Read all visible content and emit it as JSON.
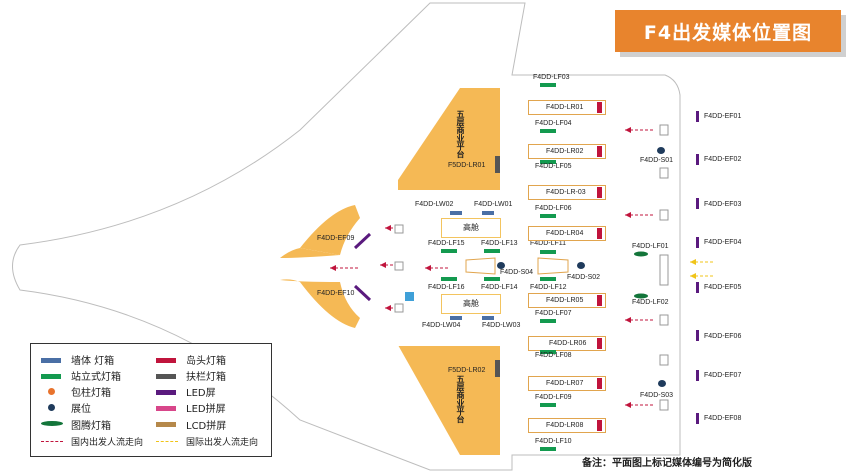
{
  "title": "F4出发媒体位置图",
  "platform_label": "五层商业平台",
  "high_cabin": "高舱",
  "note": "备注：平面图上标记媒体编号为简化版",
  "colors": {
    "building": "#f5b955",
    "title_bg": "#e8842d",
    "wall_lightbox": "#4a6fa5",
    "standing_lightbox": "#139a4f",
    "pillar_lightbox": "#e8732d",
    "booth": "#1f3b5c",
    "totem_lightbox": "#13753a",
    "island_lightbox": "#c0143c",
    "railing_lightbox": "#555555",
    "led_screen": "#5a1a7e",
    "led_spliced": "#d8468a",
    "lcd_spliced": "#b5884a",
    "domestic_flow": "#c0143c",
    "international_flow": "#f0c419"
  },
  "labels": {
    "lf03": "F4DD-LF03",
    "lr01": "F4DD-LR01",
    "lf04": "F4DD-LF04",
    "lr02": "F4DD-LR02",
    "lf05": "F4DD-LF05",
    "lr03": "F4DD-LR-03",
    "lf06": "F4DD-LF06",
    "lr04": "F4DD-LR04",
    "lf11": "F4DD-LF11",
    "s04": "F4DD-S04",
    "lf12": "F4DD-LF12",
    "s02": "F4DD-S02",
    "lr05": "F4DD-LR05",
    "lf07": "F4DD-LF07",
    "lr06": "F4DD-LR06",
    "lf08": "F4DD-LF08",
    "lr07": "F4DD-LR07",
    "lf09": "F4DD-LF09",
    "lr08": "F4DD-LR08",
    "lf10": "F4DD-LF10",
    "s01": "F4DD-S01",
    "lf01": "F4DD-LF01",
    "lf02": "F4DD-LF02",
    "s03": "F4DD-S03",
    "ef01": "F4DD-EF01",
    "ef02": "F4DD-EF02",
    "ef03": "F4DD-EF03",
    "ef04": "F4DD-EF04",
    "ef05": "F4DD-EF05",
    "ef06": "F4DD-EF06",
    "ef07": "F4DD-EF07",
    "ef08": "F4DD-EF08",
    "lw02": "F4DD-LW02",
    "lw01": "F4DD-LW01",
    "lf15": "F4DD-LF15",
    "lf13": "F4DD-LF13",
    "lf16": "F4DD-LF16",
    "lf14": "F4DD-LF14",
    "lw04": "F4DD-LW04",
    "lw03": "F4DD-LW03",
    "ef09": "F4DD-EF09",
    "ef10": "F4DD-EF10",
    "f5_lr01": "F5DD-LR01",
    "f5_lr02": "F5DD-LR02"
  },
  "legend": {
    "wall": "墙体 灯箱",
    "standing": "站立式灯箱",
    "pillar": "包柱灯箱",
    "booth": "展位",
    "totem": "图腾灯箱",
    "domestic": "国内出发人流走向",
    "island": "岛头灯箱",
    "railing": "扶栏灯箱",
    "led": "LED屏",
    "led_spliced": "LED拼屏",
    "lcd_spliced": "LCD拼屏",
    "international": "国际出发人流走向"
  }
}
